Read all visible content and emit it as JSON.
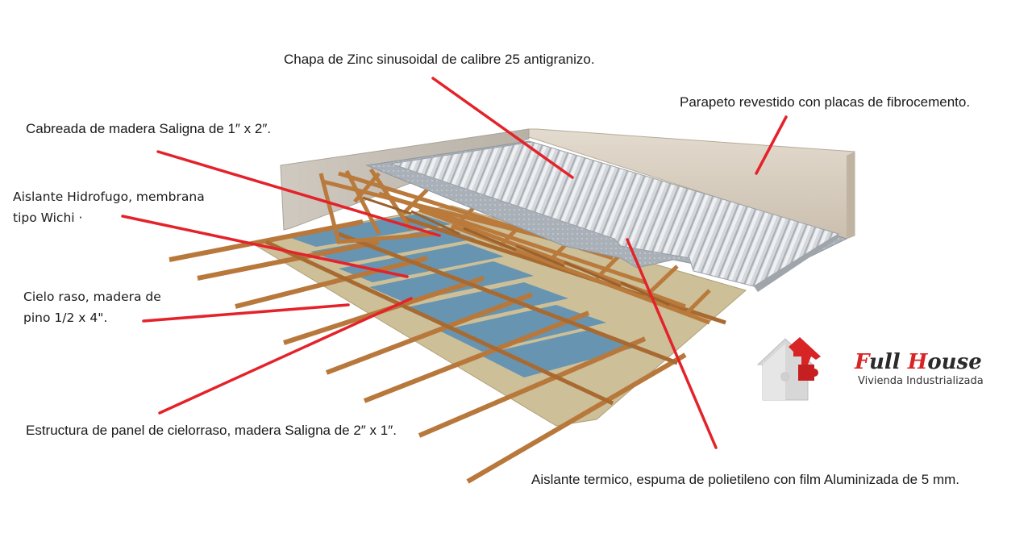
{
  "labels": {
    "chapa": "Chapa de Zinc sinusoidal de calibre 25 antigranizo.",
    "parapeto": "Parapeto revestido con placas de fibrocemento.",
    "cabreada": "Cabreada de madera Saligna de 1″ x 2″.",
    "aislante_hidrofugo_1": "Aislante Hidrofugo, membrana",
    "aislante_hidrofugo_2": "tipo Wichi ·",
    "cielo_1": "Cielo raso, madera de",
    "cielo_2": "pino 1/2 x 4\".",
    "estructura": "Estructura de panel de cielorraso, madera Saligna de 2″ x 1″.",
    "aislante_termico": "Aislante termico, espuma de polietileno con film Aluminizada de 5 mm."
  },
  "brand": {
    "name_initial_1": "F",
    "name_rest_1": "ull ",
    "name_initial_2": "H",
    "name_rest_2": "ouse",
    "subtitle": "Vivienda Industrializada"
  },
  "colors": {
    "leader_line": "#e4222a",
    "wood": "#b9773a",
    "wood_dark": "#8a5526",
    "zinc": "#c9cdd2",
    "parapet": "#d9cfc0",
    "membrane": "#5f8fb0",
    "ceiling": "#cfc19a",
    "logo_red": "#d92426",
    "logo_grey": "#d6d6d6"
  }
}
